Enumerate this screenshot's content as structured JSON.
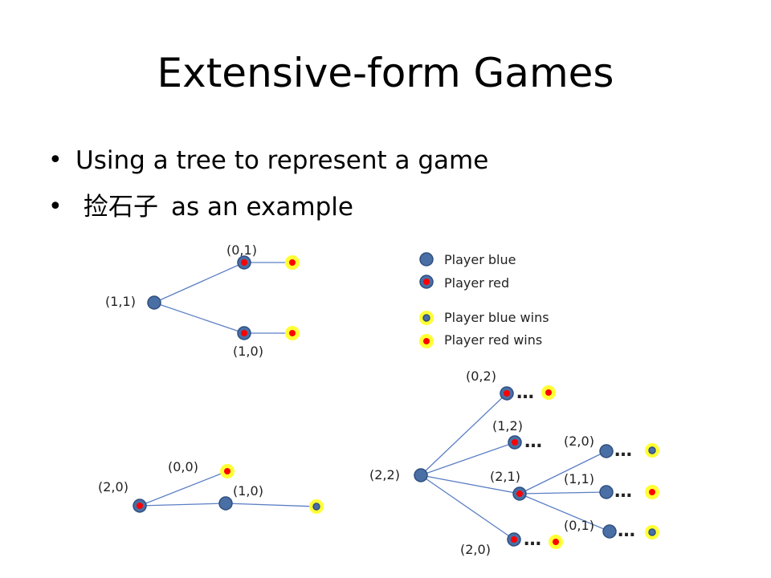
{
  "slide": {
    "title": "Extensive-form Games",
    "bullets": [
      {
        "text": "Using a tree to represent a game"
      },
      {
        "cn": "捡石子",
        "text": "as an example"
      }
    ]
  },
  "legend": {
    "blue": "Player blue",
    "red": "Player red",
    "blue_wins": "Player blue wins",
    "red_wins": "Player red wins"
  },
  "colors": {
    "blue": "#4a6fa5",
    "red": "#ff0000",
    "yellow": "#ffff33",
    "edge": "#5b7fc4"
  },
  "trees": {
    "t1": {
      "root": "(1,1)",
      "top": "(0,1)",
      "bottom": "(1,0)"
    },
    "t2": {
      "root": "(2,0)",
      "top": "(0,0)",
      "bottom": "(1,0)"
    },
    "t3": {
      "root": "(2,2)",
      "c1": "(0,2)",
      "c2": "(1,2)",
      "c3": "(2,1)",
      "c4": "(2,0)",
      "g1": "(2,0)",
      "g2": "(1,1)",
      "g3": "(0,1)",
      "ellipsis": "…"
    }
  }
}
